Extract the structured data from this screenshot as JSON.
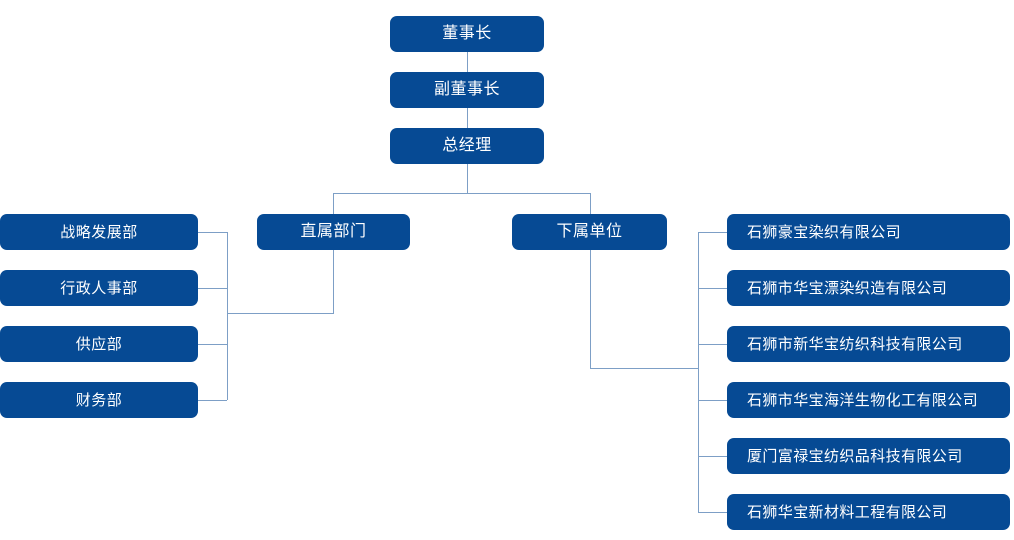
{
  "chart": {
    "type": "org-chart",
    "title": "",
    "accent_color": "#064a94",
    "connector_color": "#7d9fc6",
    "text_color": "#ffffff",
    "background_color": "#ffffff"
  },
  "top_chain": [
    {
      "id": "chairman",
      "label": "董事长"
    },
    {
      "id": "vice-chairman",
      "label": "副董事长"
    },
    {
      "id": "general-manager",
      "label": "总经理"
    }
  ],
  "branches": [
    {
      "id": "direct-departments",
      "label": "直属部门"
    },
    {
      "id": "subordinate-units",
      "label": "下属单位"
    }
  ],
  "departments": [
    {
      "id": "strategy-development",
      "label": "战略发展部"
    },
    {
      "id": "administration-hr",
      "label": "行政人事部"
    },
    {
      "id": "supply",
      "label": "供应部"
    },
    {
      "id": "finance",
      "label": "财务部"
    }
  ],
  "companies": [
    {
      "id": "haobao-dyeing",
      "label": "石狮豪宝染织有限公司"
    },
    {
      "id": "huabao-bleach-dye-weaving",
      "label": "石狮市华宝漂染织造有限公司"
    },
    {
      "id": "xinhuabao-textile-tech",
      "label": "石狮市新华宝纺织科技有限公司"
    },
    {
      "id": "huabao-marine-biochem",
      "label": "石狮市华宝海洋生物化工有限公司"
    },
    {
      "id": "fulubao-textile-tech",
      "label": "厦门富禄宝纺织品科技有限公司"
    },
    {
      "id": "huabao-new-materials",
      "label": "石狮华宝新材料工程有限公司"
    }
  ]
}
